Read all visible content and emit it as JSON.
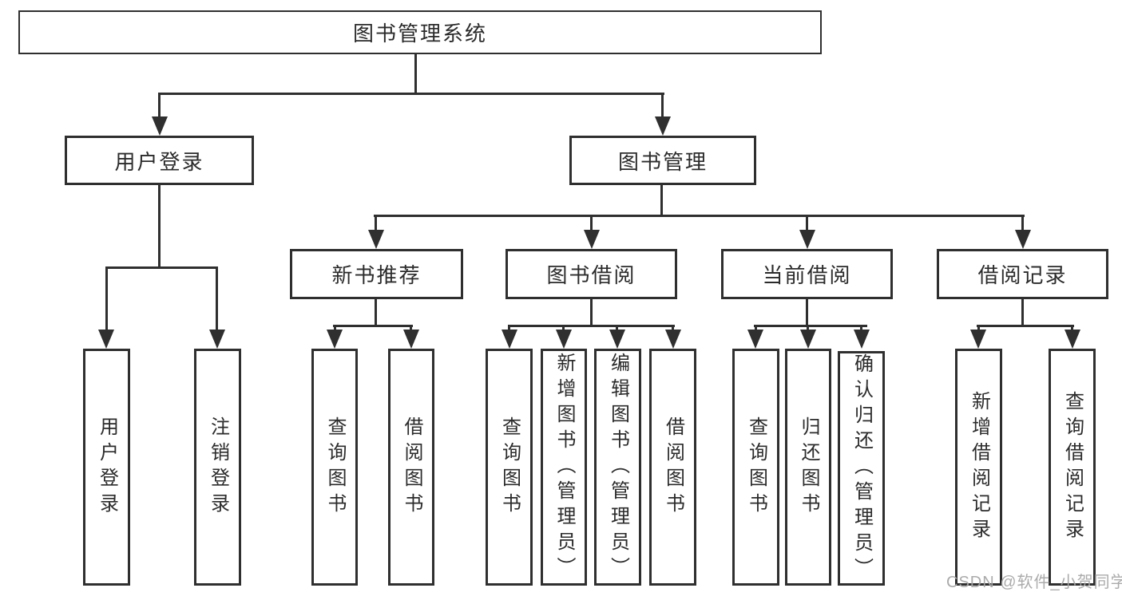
{
  "diagram": {
    "root": {
      "label": "图书管理系统"
    },
    "branches": [
      {
        "label": "用户登录",
        "children": [
          {
            "label": "用户登录"
          },
          {
            "label": "注销登录"
          }
        ]
      },
      {
        "label": "图书管理",
        "groups": [
          {
            "label": "新书推荐",
            "children": [
              {
                "label": "查询图书"
              },
              {
                "label": "借阅图书"
              }
            ]
          },
          {
            "label": "图书借阅",
            "children": [
              {
                "label": "查询图书"
              },
              {
                "label": "新增图书（管理员）"
              },
              {
                "label": "编辑图书（管理员）"
              },
              {
                "label": "借阅图书"
              }
            ]
          },
          {
            "label": "当前借阅",
            "children": [
              {
                "label": "查询图书"
              },
              {
                "label": "归还图书"
              },
              {
                "label": "确认归还（管理员）"
              }
            ]
          },
          {
            "label": "借阅记录",
            "children": [
              {
                "label": "新增借阅记录"
              },
              {
                "label": "查询借阅记录"
              }
            ]
          }
        ]
      }
    ]
  },
  "watermark": {
    "text": "CSDN @软件_小贺同学"
  },
  "colors": {
    "line": "#2f2f2f",
    "box_background": "#ffffff",
    "text": "#2b2b2b",
    "watermark": "#a6a6a6"
  }
}
